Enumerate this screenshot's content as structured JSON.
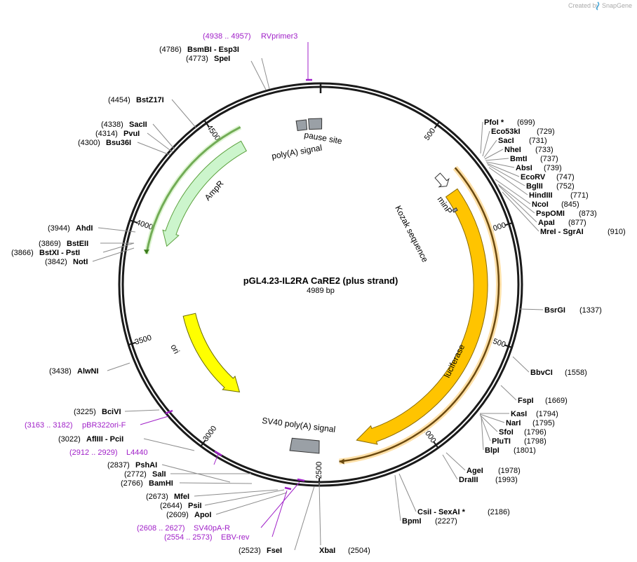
{
  "credit": {
    "text": "Created by",
    "brand": "SnapGene"
  },
  "plasmid": {
    "name": "pGL4.23-IL2RA CaRE2 (plus strand)",
    "length": "4989 bp"
  },
  "ticks": [
    "500",
    "1000",
    "1500",
    "2000",
    "2500",
    "3000",
    "3500",
    "4000",
    "4500"
  ],
  "features": {
    "ampr": "AmpR",
    "ori": "ori",
    "luciferase": "luciferase",
    "sv40": "SV40 poly(A) signal",
    "minp": "minP",
    "kozak": "Kozak sequence",
    "pause": "pause site",
    "polya": "poly(A) signal"
  },
  "sites_right": [
    {
      "name": "PfoI *",
      "pos": "(699)"
    },
    {
      "name": "Eco53kI",
      "pos": "(729)"
    },
    {
      "name": "SacI",
      "pos": "(731)"
    },
    {
      "name": "NheI",
      "pos": "(733)"
    },
    {
      "name": "BmtI",
      "pos": "(737)"
    },
    {
      "name": "AbsI",
      "pos": "(739)"
    },
    {
      "name": "EcoRV",
      "pos": "(747)"
    },
    {
      "name": "BglII",
      "pos": "(752)"
    },
    {
      "name": "HindIII",
      "pos": "(771)"
    },
    {
      "name": "NcoI",
      "pos": "(845)"
    },
    {
      "name": "PspOMI",
      "pos": "(873)"
    },
    {
      "name": "ApaI",
      "pos": "(877)"
    },
    {
      "name": "MreI  - SgrAI",
      "pos": "(910)"
    },
    {
      "name": "BsrGI",
      "pos": "(1337)"
    },
    {
      "name": "BbvCI",
      "pos": "(1558)"
    },
    {
      "name": "FspI",
      "pos": "(1669)"
    },
    {
      "name": "KasI",
      "pos": "(1794)"
    },
    {
      "name": "NarI",
      "pos": "(1795)"
    },
    {
      "name": "SfoI",
      "pos": "(1796)"
    },
    {
      "name": "PluTI",
      "pos": "(1798)"
    },
    {
      "name": "BlpI",
      "pos": "(1801)"
    },
    {
      "name": "AgeI",
      "pos": "(1978)"
    },
    {
      "name": "DraIII",
      "pos": "(1993)"
    },
    {
      "name": "CsiI  - SexAI *",
      "pos": "(2186)"
    },
    {
      "name": "BpmI",
      "pos": "(2227)"
    },
    {
      "name": "XbaI",
      "pos": "(2504)"
    }
  ],
  "sites_left": [
    {
      "name": "BsmBI  - Esp3I",
      "pos": "(4786)"
    },
    {
      "name": "SpeI",
      "pos": "(4773)"
    },
    {
      "name": "BstZ17I",
      "pos": "(4454)"
    },
    {
      "name": "SacII",
      "pos": "(4338)"
    },
    {
      "name": "PvuI",
      "pos": "(4314)"
    },
    {
      "name": "Bsu36I",
      "pos": "(4300)"
    },
    {
      "name": "AhdI",
      "pos": "(3944)"
    },
    {
      "name": "BstEII",
      "pos": "(3869)"
    },
    {
      "name": "BstXI  - PstI",
      "pos": "(3866)"
    },
    {
      "name": "NotI",
      "pos": "(3842)"
    },
    {
      "name": "AlwNI",
      "pos": "(3438)"
    },
    {
      "name": "BciVI",
      "pos": "(3225)"
    },
    {
      "name": "AflIII  - PciI",
      "pos": "(3022)"
    },
    {
      "name": "PshAI",
      "pos": "(2837)"
    },
    {
      "name": "SalI",
      "pos": "(2772)"
    },
    {
      "name": "BamHI",
      "pos": "(2766)"
    },
    {
      "name": "MfeI",
      "pos": "(2673)"
    },
    {
      "name": "PsiI",
      "pos": "(2644)"
    },
    {
      "name": "ApoI",
      "pos": "(2609)"
    },
    {
      "name": "FseI",
      "pos": "(2523)"
    }
  ],
  "primers": [
    {
      "range": "(4938 .. 4957)",
      "name": "RVprimer3"
    },
    {
      "range": "(3163 .. 3182)",
      "name": "pBR322ori-F"
    },
    {
      "range": "(2912 .. 2929)",
      "name": "L4440"
    },
    {
      "range": "(2608 .. 2627)",
      "name": "SV40pA-R"
    },
    {
      "range": "(2554 .. 2573)",
      "name": "EBV-rev"
    }
  ],
  "colors": {
    "backbone": "#1a1a1a",
    "ampr_fill": "#ccf5cc",
    "ampr_stroke": "#5aa03c",
    "ori_fill": "#ffff00",
    "luciferase_fill": "#ffc400",
    "orf_band": "#f5a623",
    "orf_glow": "#ffe0a8",
    "orf_green": "#3a7a1a",
    "grey_feature": "#9aa0a6",
    "primer": "#a020c8"
  }
}
